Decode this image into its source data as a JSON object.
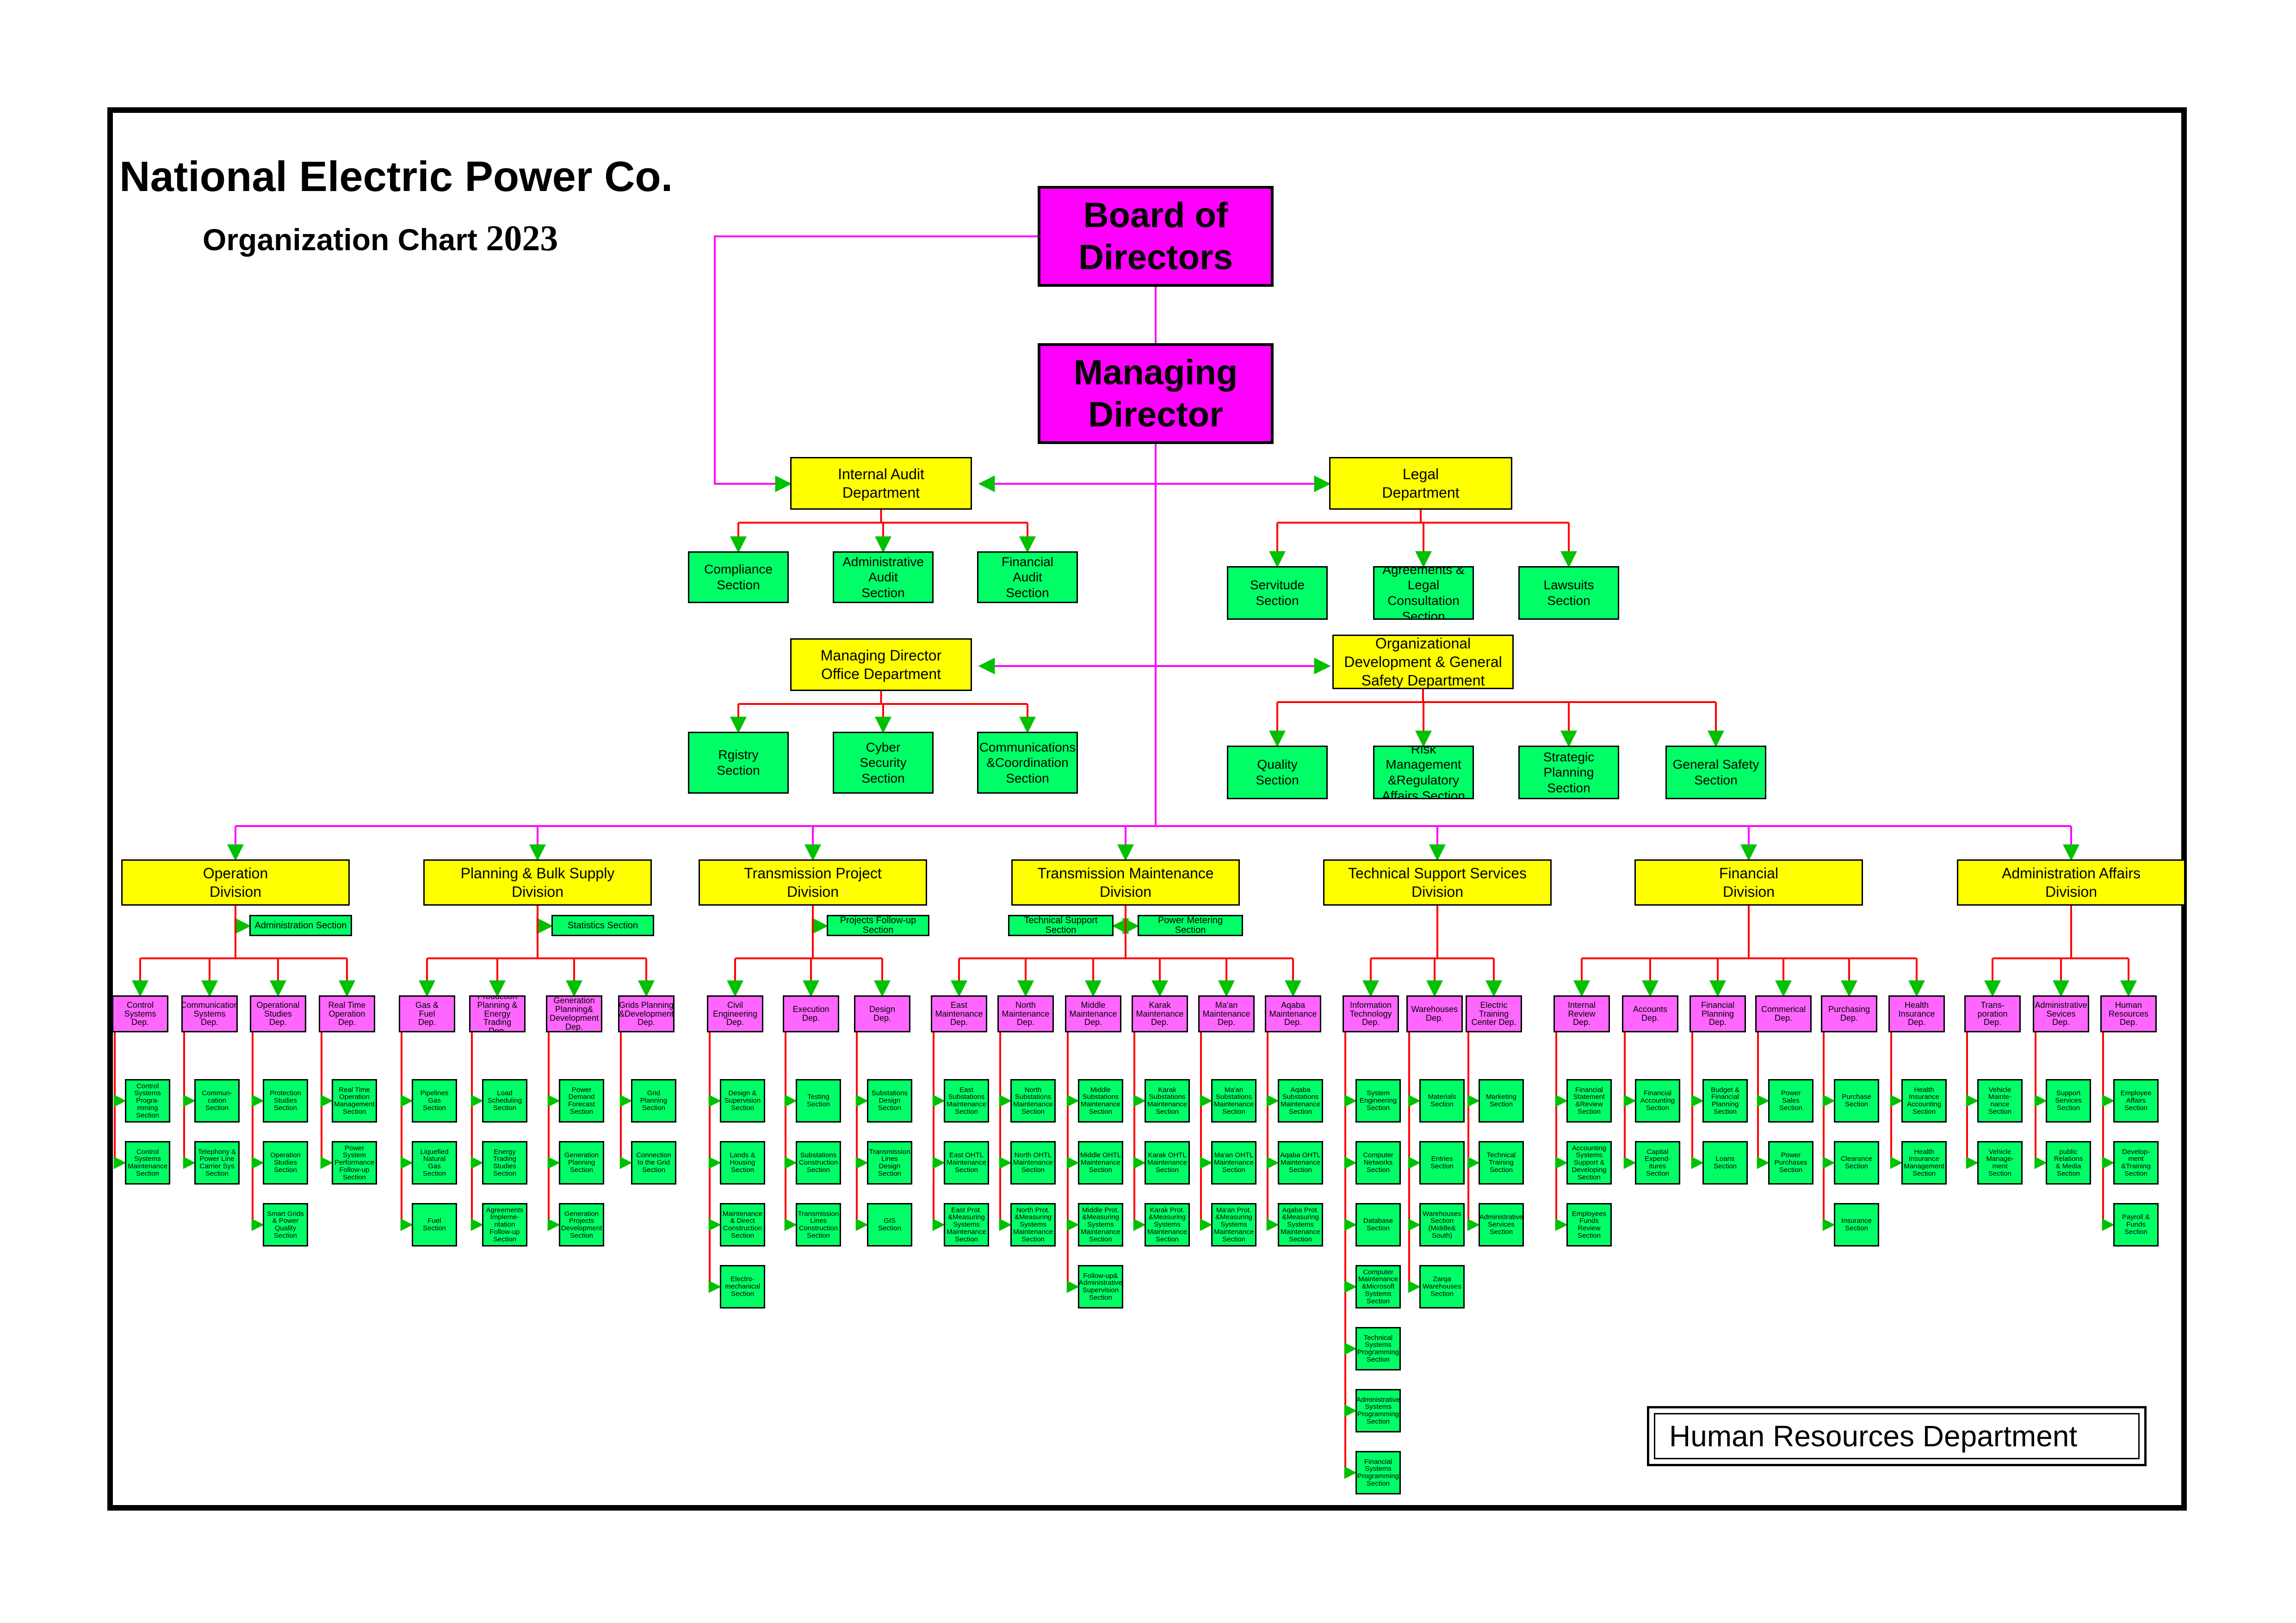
{
  "header": {
    "title": "National Electric Power Co.",
    "subtitle": "Organization Chart",
    "year": "2023"
  },
  "footer": {
    "hr_label": "Human Resources Department"
  },
  "colors": {
    "top": "#ff00ff",
    "department": "#ffff00",
    "sub_department": "#ff66ff",
    "section": "#00ff66",
    "magenta_line": "#ff00ff",
    "red_line": "#ff0000",
    "arrow": "#00c000"
  },
  "top": {
    "board": "Board of\nDirectors",
    "md": "Managing\nDirector"
  },
  "depts": {
    "internal_audit": {
      "label": "Internal Audit\nDepartment",
      "sections": [
        "Compliance\nSection",
        "Administrative\nAudit\nSection",
        "Financial\nAudit\nSection"
      ]
    },
    "legal": {
      "label": "Legal\nDepartment",
      "sections": [
        "Servitude\nSection",
        "Agreements &\nLegal\nConsultation\nSection",
        "Lawsuits\nSection"
      ]
    },
    "md_office": {
      "label": "Managing Director\nOffice Department",
      "sections": [
        "Rgistry\nSection",
        "Cyber\nSecurity\nSection",
        "Communications\n&Coordination\nSection"
      ]
    },
    "org_dev": {
      "label": "Organizational\nDevelopment  & General\nSafety Department",
      "sections": [
        "Quality\nSection",
        "Risk\nManagement\n&Regulatory\nAffairs Section",
        "Strategic\nPlanning\nSection",
        "General Safety\nSection"
      ]
    }
  },
  "divisions": [
    {
      "label": "Operation\nDivision",
      "tags": [
        "Administration Section"
      ],
      "subs": [
        {
          "label": "Control\nSystems\nDep.",
          "sections": [
            "Control\nSystems\nProgra-\nmming\nSection",
            "Control\nSystems\nMaintenance\nSection"
          ]
        },
        {
          "label": "Communication\nSystems\nDep.",
          "sections": [
            "Commun-\ncation\nSection",
            "Telephony &\nPower Line\nCarrier Sys\nSection"
          ]
        },
        {
          "label": "Operational\nStudies\nDep.",
          "sections": [
            "Protection\nStudies\nSection",
            "Operation\nStudies\nSection",
            "Smart Grids\n& Power\nQuality\nSection"
          ]
        },
        {
          "label": "Real Time\nOperation\nDep.",
          "sections": [
            "Real Time\nOperation\nManagement\nSection",
            "Power\nSystem\nPerformance\nFollow-up\nSection"
          ]
        }
      ]
    },
    {
      "label": "Planning & Bulk Supply\nDivision",
      "tags": [
        "Statistics Section"
      ],
      "subs": [
        {
          "label": "Gas &\nFuel\nDep.",
          "sections": [
            "Pipelines\nGas\nSection",
            "Liquefied\nNatural\nGas\nSection",
            "Fuel\nSection"
          ]
        },
        {
          "label": "Production\nPlanning &\nEnergy Trading\nDep.",
          "sections": [
            "Load\nScheduling\nSection",
            "Energy\nTrading\nStudies\nSection",
            "Agreements\nImpleme-\nntation\nFollow-up\nSection"
          ]
        },
        {
          "label": "Generation\nPlanning&\nDevelopment\nDep.",
          "sections": [
            "Power\nDemand\nForecast\nSection",
            "Generation\nPlanning\nSection",
            "Generation\nProjects\nDevelopment\nSection"
          ]
        },
        {
          "label": "Grids Planning\n&Development\nDep.",
          "sections": [
            "Grid\nPlanning\nSection",
            "Connection\nto the Grid\nSection"
          ]
        }
      ]
    },
    {
      "label": "Transmission Project\nDivision",
      "tags": [
        "Projects Follow-up\nSection"
      ],
      "subs": [
        {
          "label": "Civil\nEngineering\nDep.",
          "sections": [
            "Design &\nSupervision\nSection",
            "Lands &\nHousing\nSection",
            "Maintenance\n& Direct\nConstruction\nSection",
            "Electro-\nmechanical\nSection"
          ]
        },
        {
          "label": "Execution\nDep.",
          "sections": [
            "Testing\nSection",
            "Substations\nConstruction\nSection",
            "Transmission\nLines\nConstruction\nSection"
          ]
        },
        {
          "label": "Design\nDep.",
          "sections": [
            "Substations\nDesign\nSection",
            "Transmission\nLines\nDesign\nSection",
            "GIS\nSection"
          ]
        }
      ]
    },
    {
      "label": "Transmission Maintenance\nDivision",
      "tags": [
        "Technical Support\nSection",
        "Power Metering\nSection"
      ],
      "subs": [
        {
          "label": "East\nMaintenance\nDep.",
          "sections": [
            "East\nSubstations\nMaintenance\nSection",
            "East OHTL\nMaintenance\nSection",
            "East Prot.\n&Measuring\nSystems\nMaintenance\nSection"
          ]
        },
        {
          "label": "North\nMaintenance\nDep.",
          "sections": [
            "North\nSubstations\nMaintenance\nSection",
            "North OHTL\nMaintenance\nSection",
            "North Prot.\n&Measuring\nSystems\nMaintenance\nSection"
          ]
        },
        {
          "label": "Middle\nMaintenance\nDep.",
          "sections": [
            "Middle\nSubstations\nMaintenance\nSection",
            "Middle OHTL\nMaintenance\nSection",
            "Middle Prot.\n&Measuring\nSystems\nMaintenance\nSection",
            "Follow-up&\nAdministrative\nSupervision\nSection"
          ]
        },
        {
          "label": "Karak\nMaintenance\nDep.",
          "sections": [
            "Karak\nSubstations\nMaintenance\nSection",
            "Karak OHTL\nMaintenance\nSection",
            "Karak Prot.\n&Measuring\nSystems\nMaintenance\nSection"
          ]
        },
        {
          "label": "Ma'an\nMaintenance\nDep.",
          "sections": [
            "Ma'an\nSubstations\nMaintenance\nSection",
            "Ma'an OHTL\nMaintenance\nSection",
            "Ma'an Prot.\n&Measuring\nSystems\nMaintenance\nSection"
          ]
        },
        {
          "label": "Aqaba\nMaintenance\nDep.",
          "sections": [
            "Aqaba\nSubstations\nMaintenance\nSection",
            "Aqaba OHTL\nMaintenance\nSection",
            "Aqaba Prot.\n&Measuring\nSystems\nMaintenance\nSection"
          ]
        }
      ]
    },
    {
      "label": "Technical Support Services\nDivision",
      "tags": [],
      "subs": [
        {
          "label": "Information\nTechnology\nDep.",
          "sections": [
            "System\nEngineering\nSection",
            "Computer\nNetworks\nSection",
            "Database\nSection",
            "Computer\nMaintenance\n&Microsoft\nSystems\nSection",
            "Technical\nSystems\nProgramming\nSection",
            "Administrative\nSystems\nProgramming\nSection",
            "Financial\nSystems\nProgramming\nSection"
          ]
        },
        {
          "label": "Warehouses\nDep.",
          "sections": [
            "Materials\nSection",
            "Entries\nSection",
            "Warehouses\nSection\n(Middle&\nSouth)",
            "Zarqa\nWarehouses\nSection"
          ]
        },
        {
          "label": "Electric\nTraining\nCenter Dep.",
          "sections": [
            "Marketing\nSection",
            "Technical\nTraining\nSection",
            "Administrative\nServices\nSection"
          ]
        }
      ]
    },
    {
      "label": "Financial\nDivision",
      "tags": [],
      "subs": [
        {
          "label": "Internal\nReview\nDep.",
          "sections": [
            "Financial\nStatement\n&Review\nSection",
            "Accounting\nSystems\nSupport &\nDeveloping\nSection",
            "Employees\nFunds\nReview\nSection"
          ]
        },
        {
          "label": "Accounts\nDep.",
          "sections": [
            "Financial\nAccounting\nSection",
            "Capital\nExpend-\nitures\nSection"
          ]
        },
        {
          "label": "Financial\nPlanning\nDep.",
          "sections": [
            "Budget &\nFinancial\nPlanning\nSection",
            "Loans\nSection"
          ]
        },
        {
          "label": "Commerical\nDep.",
          "sections": [
            "Power\nSales\nSection",
            "Power\nPurchases\nSection"
          ]
        },
        {
          "label": "Purchasing\nDep.",
          "sections": [
            "Purchase\nSection",
            "Clearance\nSection",
            "Insurance\nSection"
          ]
        },
        {
          "label": "Health\nInsurance\nDep.",
          "sections": [
            "Health\nInsurance\nAccounting\nSection",
            "Health\nInsurance\nManagement\nSection"
          ]
        }
      ]
    },
    {
      "label": "Administration Affairs\nDivision",
      "tags": [],
      "subs": [
        {
          "label": "Trans-\nporation\nDep.",
          "sections": [
            "Vehicle\nMainte-\nnance\nSection",
            "Vehicle\nManage-\nment\nSection"
          ]
        },
        {
          "label": "Administrative\nSevices\nDep.",
          "sections": [
            "Support\nServices\nSection",
            "public\nRelations\n& Media\nSection"
          ]
        },
        {
          "label": "Human\nResources\nDep.",
          "sections": [
            "Employee\nAffairs\nSection",
            "Develop-\nment\n&Training\nSection",
            "Payroll &\nFunds\nSection"
          ]
        }
      ]
    }
  ]
}
